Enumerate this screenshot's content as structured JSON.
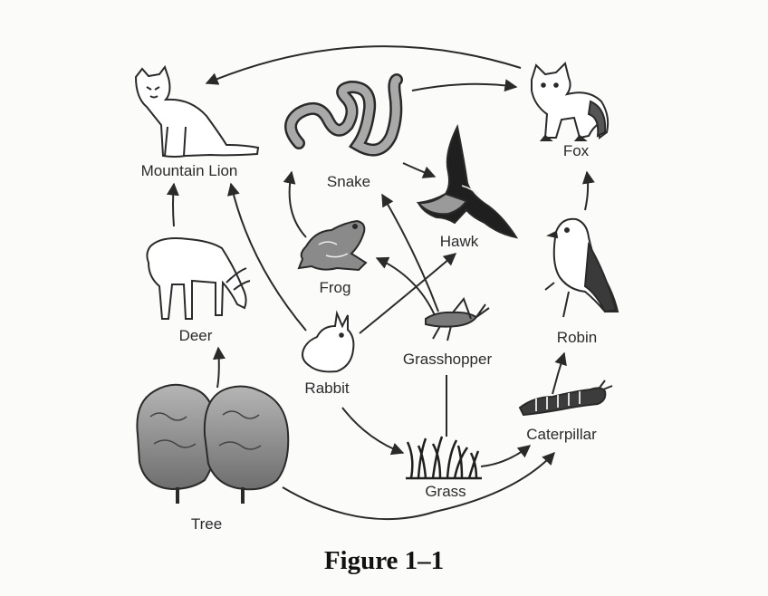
{
  "organisms": {
    "mountain_lion": "Mountain Lion",
    "snake": "Snake",
    "fox": "Fox",
    "hawk": "Hawk",
    "frog": "Frog",
    "deer": "Deer",
    "robin": "Robin",
    "grasshopper": "Grasshopper",
    "rabbit": "Rabbit",
    "caterpillar": "Caterpillar",
    "grass": "Grass",
    "tree": "Tree"
  },
  "caption": "Figure 1–1",
  "relations": [
    {
      "from": "tree",
      "to": "deer"
    },
    {
      "from": "deer",
      "to": "mountain_lion"
    },
    {
      "from": "rabbit",
      "to": "mountain_lion"
    },
    {
      "from": "fox",
      "to": "mountain_lion"
    },
    {
      "from": "snake",
      "to": "fox"
    },
    {
      "from": "robin",
      "to": "fox"
    },
    {
      "from": "frog",
      "to": "snake"
    },
    {
      "from": "grasshopper",
      "to": "snake"
    },
    {
      "from": "grasshopper",
      "to": "frog"
    },
    {
      "from": "rabbit",
      "to": "hawk"
    },
    {
      "from": "snake",
      "to": "hawk"
    },
    {
      "from": "grass",
      "to": "grasshopper"
    },
    {
      "from": "rabbit",
      "to": "grass"
    },
    {
      "from": "grass",
      "to": "caterpillar"
    },
    {
      "from": "caterpillar",
      "to": "robin"
    },
    {
      "from": "tree",
      "to": "caterpillar"
    }
  ],
  "colors": {
    "ink": "#2a2a2a",
    "snake_fill": "#a9a9a9",
    "tree_fill": "#8c8c8c"
  }
}
